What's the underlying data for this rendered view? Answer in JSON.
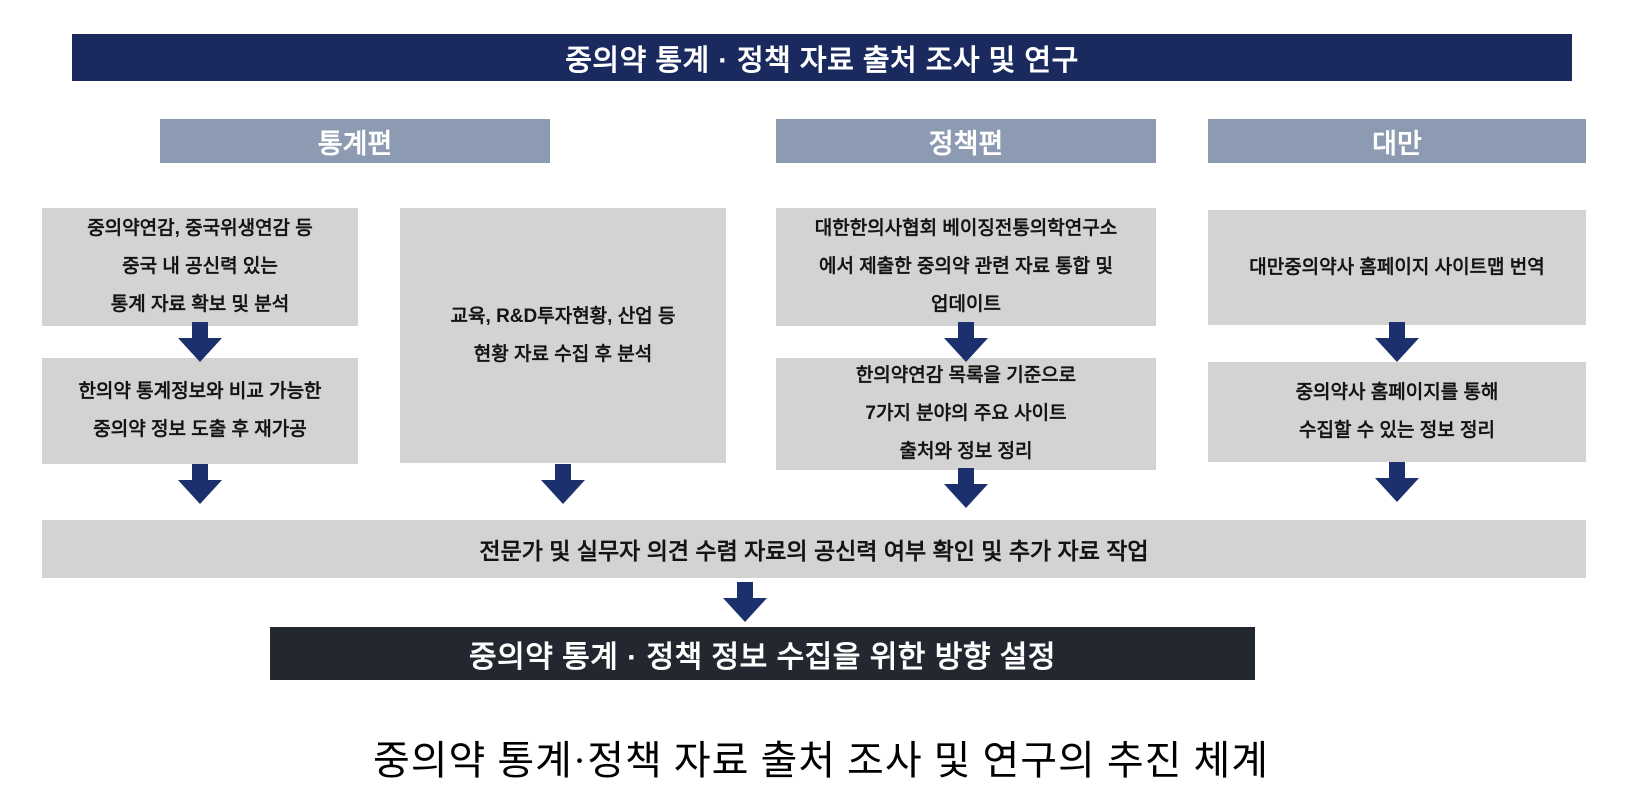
{
  "colors": {
    "title_navy": "#1a2a5e",
    "header_blue_gray": "#8c9bb2",
    "box_gray": "#d3d3d3",
    "arrow_navy": "#1b306c",
    "result_dark": "#232830"
  },
  "title_bar": {
    "text": "중의약 통계 · 정책 자료 출처 조사 및 연구"
  },
  "section_headers": [
    {
      "label": "통계편"
    },
    {
      "label": "정책편"
    },
    {
      "label": "대만"
    }
  ],
  "flow": {
    "col1": {
      "box1": "중의약연감, 중국위생연감 등\n중국 내 공신력 있는\n통계 자료 확보 및 분석",
      "box2": "한의약 통계정보와 비교 가능한\n중의약 정보 도출 후 재가공"
    },
    "col2": {
      "box1": "교육, R&D투자현황, 산업 등\n현황 자료 수집 후 분석"
    },
    "col3": {
      "box1": "대한한의사협회 베이징전통의학연구소\n에서 제출한 중의약 관련 자료 통합 및\n업데이트",
      "box2": "한의약연감 목록을 기준으로\n7가지 분야의 주요 사이트\n출처와 정보 정리"
    },
    "col4": {
      "box1": "대만중의약사 홈페이지 사이트맵 번역",
      "box2": "중의약사 홈페이지를 통해\n수집할 수 있는 정보 정리"
    },
    "merge_bar": "전문가 및 실무자 의견 수렴 자료의 공신력 여부 확인 및 추가 자료 작업",
    "result_box": "중의약 통계 · 정책 정보 수집을 위한 방향 설정"
  },
  "caption": "중의약 통계·정책 자료 출처 조사 및 연구의 추진 체계"
}
